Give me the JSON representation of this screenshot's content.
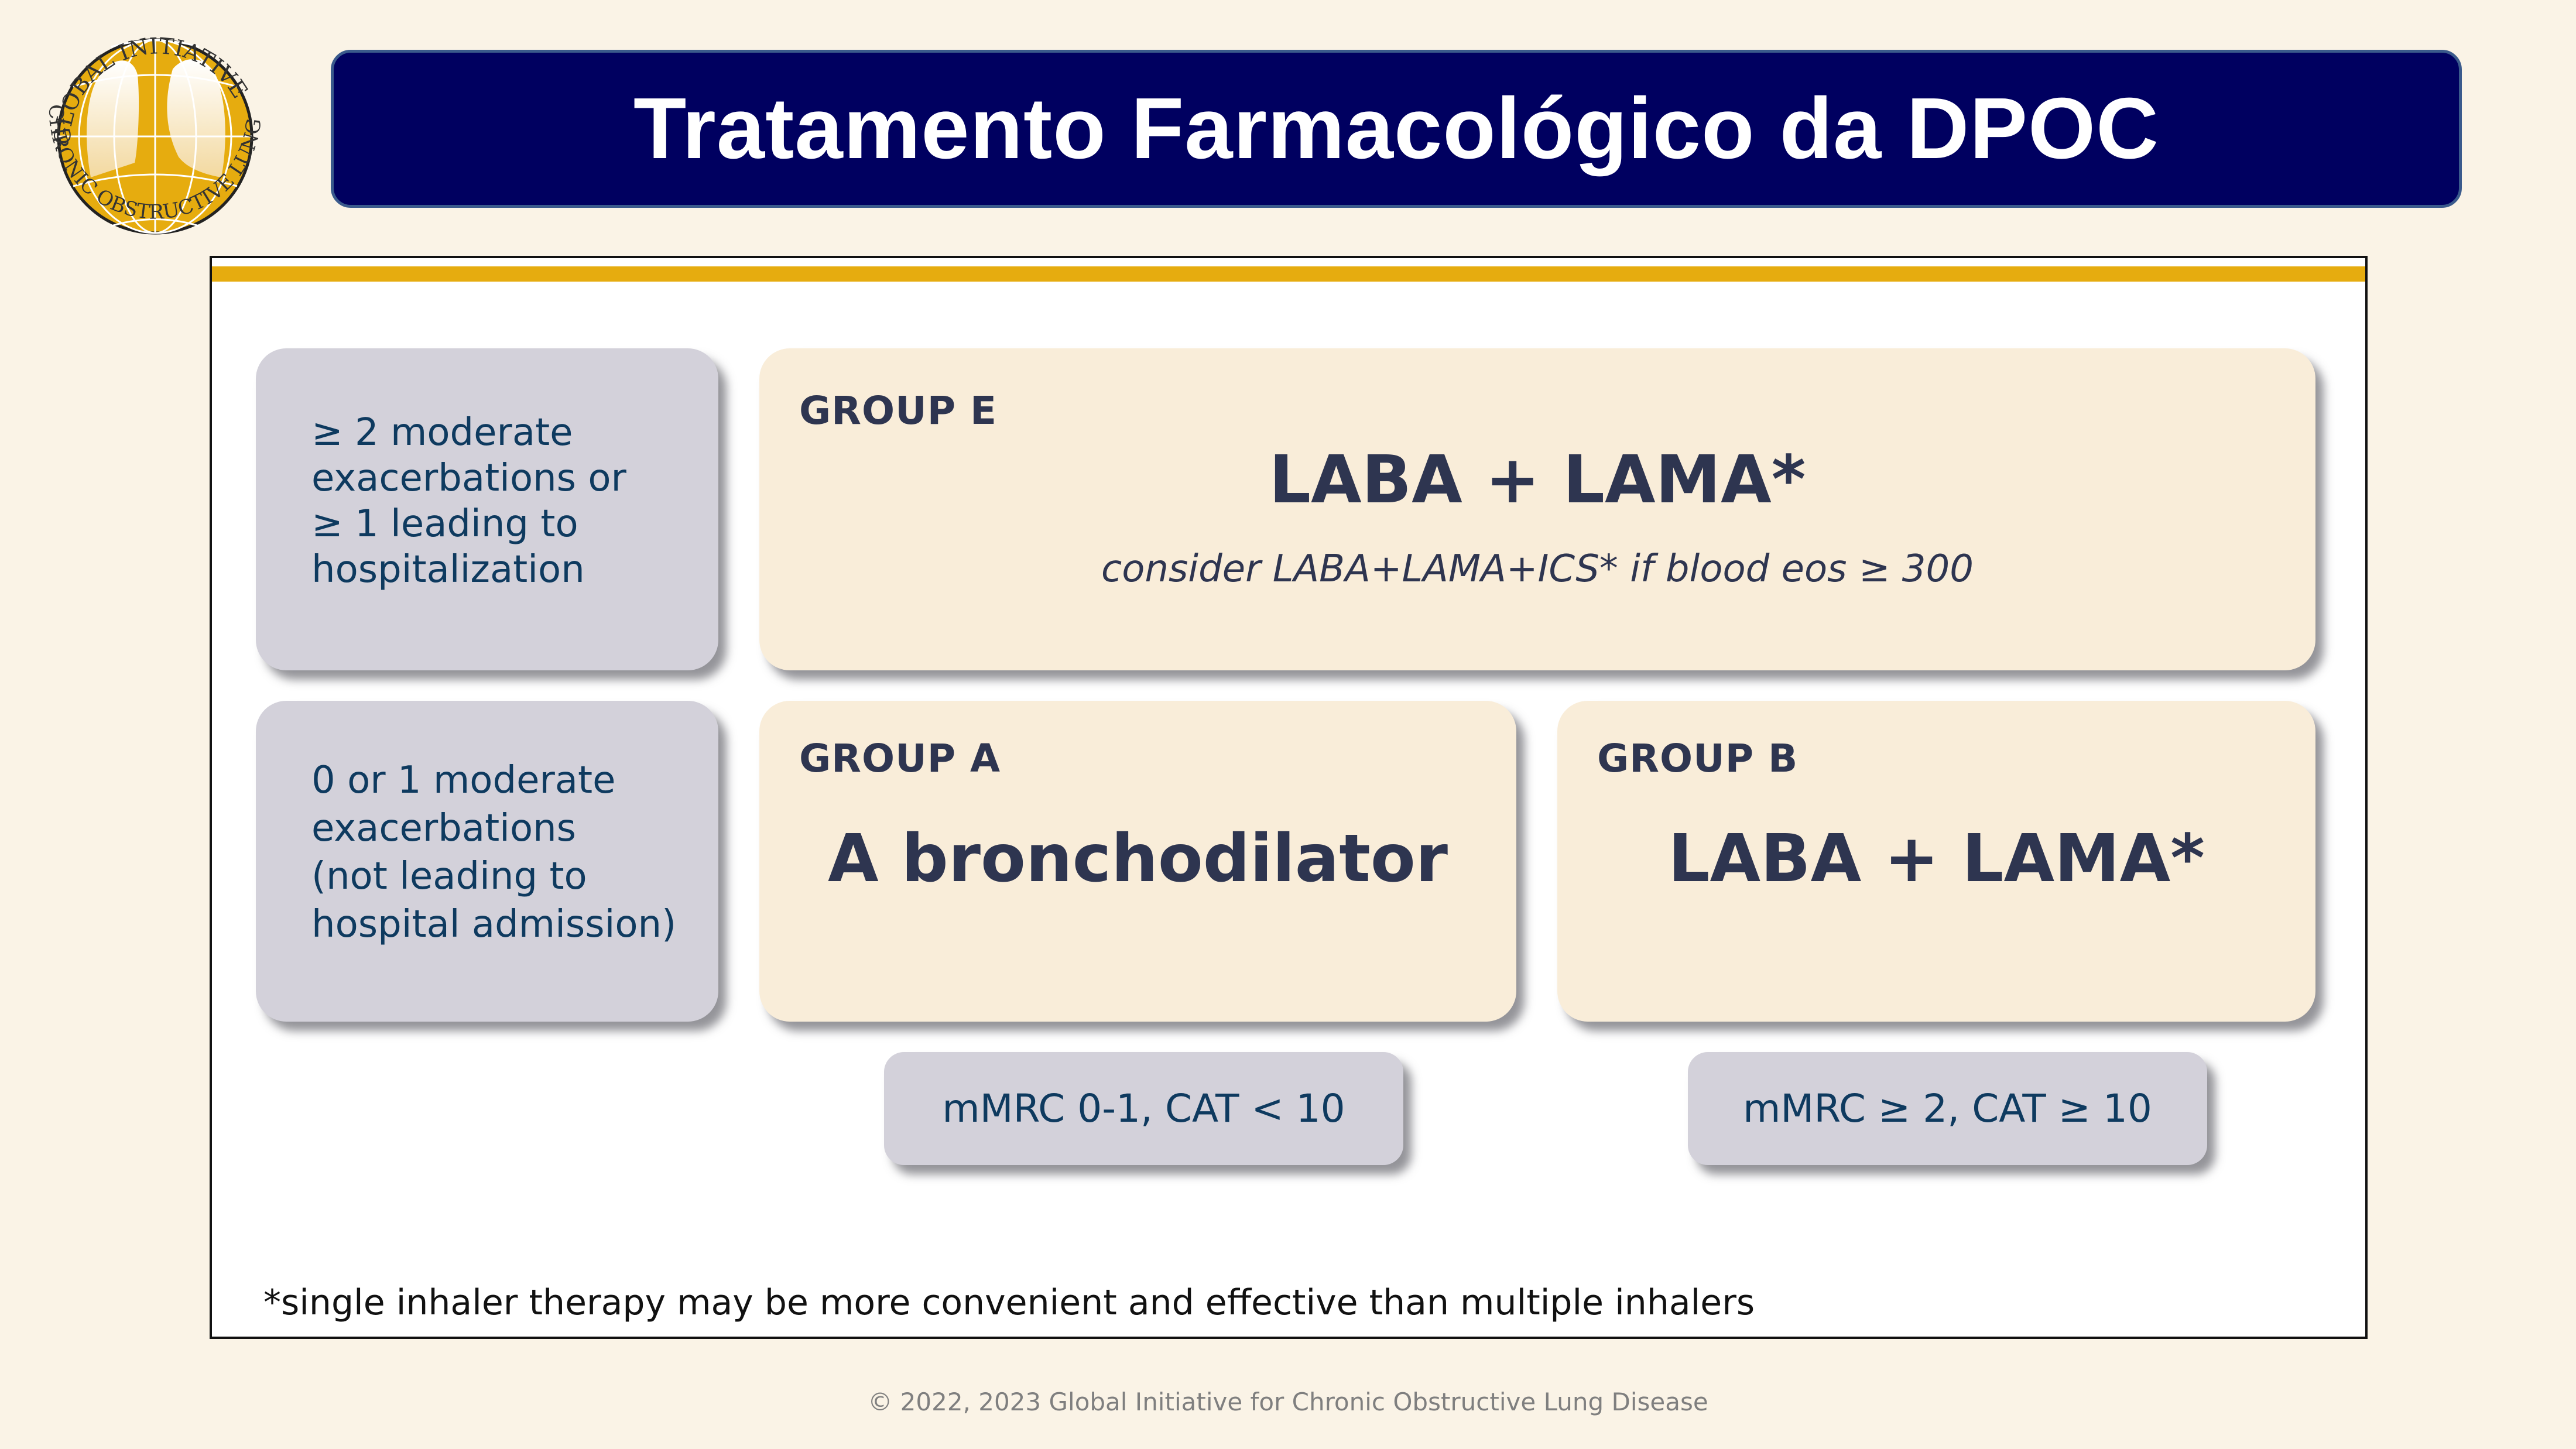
{
  "header": {
    "title": "Tratamento Farmacológico da DPOC",
    "logo": {
      "icon": "gold-globe-lungs-logo",
      "ring_text_top": "GLOBAL INITIATIVE FOR",
      "ring_text_bottom": "CHRONIC OBSTRUCTIVE LUNG DISEASE™"
    }
  },
  "rows": {
    "high_exacerbation": {
      "criteria_lines": [
        "≥ 2 moderate",
        "exacerbations or",
        "≥ 1 leading to",
        "hospitalization"
      ]
    },
    "low_exacerbation": {
      "criteria_lines": [
        "0 or 1 moderate",
        "exacerbations",
        "(not leading to",
        "hospital admission)"
      ]
    }
  },
  "groups": {
    "E": {
      "label": "GROUP E",
      "therapy": "LABA + LAMA*",
      "note": "consider LABA+LAMA+ICS* if blood eos ≥ 300"
    },
    "A": {
      "label": "GROUP A",
      "therapy": "A bronchodilator",
      "symptoms": "mMRC 0-1, CAT < 10"
    },
    "B": {
      "label": "GROUP B",
      "therapy": "LABA + LAMA*",
      "symptoms": "mMRC ≥ 2, CAT ≥ 10"
    }
  },
  "footnote": "*single inhaler therapy may be more convenient and effective than multiple inhalers",
  "copyright": "© 2022, 2023 Global Initiative for Chronic Obstructive Lung Disease",
  "colors": {
    "background": "#FAF3E6",
    "title_bar": "#000060",
    "gold_stripe": "#E6AC0F",
    "criteria_box": "#D3D1DA",
    "group_box": "#F9EDD9",
    "text_dark": "#2E3550",
    "text_blue": "#0E3A5F"
  }
}
